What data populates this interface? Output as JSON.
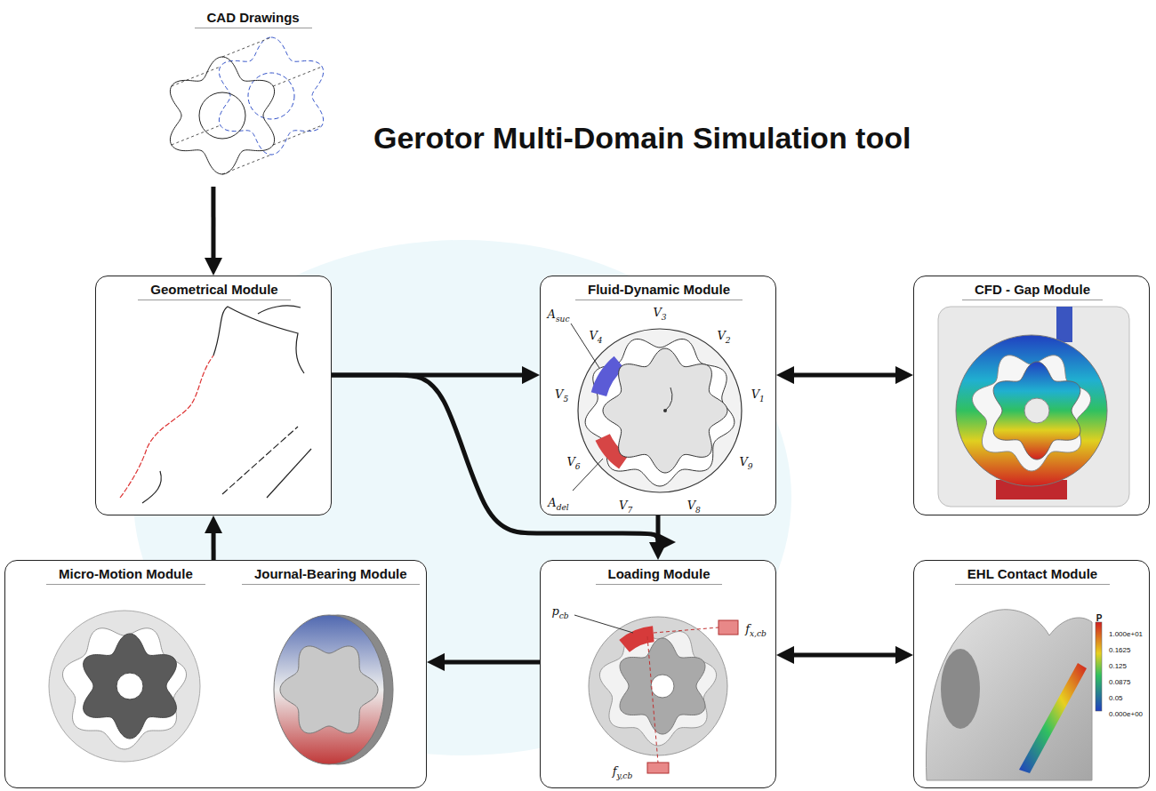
{
  "diagram": {
    "title": "Gerotor Multi-Domain Simulation tool",
    "nodes": [
      {
        "text": [
          "CAD Drawings"
        ]
      },
      {
        "text": [
          "Geometrical Module"
        ]
      },
      {
        "text": [
          "Fluid-Dynamic Module"
        ]
      },
      {
        "text": [
          "CFD - Gap Module"
        ]
      },
      {
        "text": [
          "Micro-Motion Module",
          "Journal-Bearing Module"
        ]
      },
      {
        "text": [
          "Loading Module"
        ]
      },
      {
        "text": [
          "EHL Contact Module"
        ]
      }
    ],
    "edges": [
      {
        "from": 0,
        "to": 1,
        "arrow": "to"
      },
      {
        "from": 1,
        "to": 2,
        "arrow": "to"
      },
      {
        "from": 1,
        "to": 5,
        "arrow": "to"
      },
      {
        "from": 2,
        "to": 5,
        "arrow": "to"
      },
      {
        "from": 2,
        "to": 3,
        "arrow": "both"
      },
      {
        "from": 5,
        "to": 6,
        "arrow": "both"
      },
      {
        "from": 5,
        "to": 4,
        "arrow": "to"
      },
      {
        "from": 4,
        "to": 1,
        "arrow": "to"
      }
    ],
    "labels": [
      "V3",
      "V2",
      "V1",
      "V9",
      "V8",
      "V7",
      "V6",
      "V5",
      "V4",
      "Asuc",
      "Adel",
      "pcb",
      "fx,cb",
      "fy,cb",
      "P",
      "1.000e+01",
      "0.1625",
      "0.125",
      "0.0875",
      "0.05",
      "0.000e+00"
    ]
  }
}
